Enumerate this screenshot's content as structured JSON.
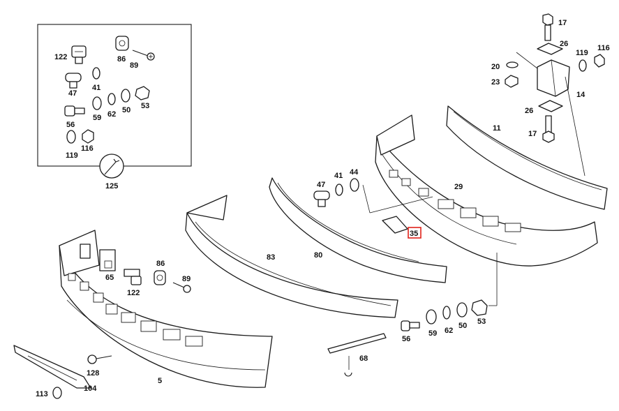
{
  "labels": {
    "p17a": "17",
    "p26a": "26",
    "p119a": "119",
    "p116a": "116",
    "p20": "20",
    "p23": "23",
    "p14": "14",
    "p26b": "26",
    "p17b": "17",
    "p11": "11",
    "p29": "29",
    "p35": "35",
    "p47b": "47",
    "p41b": "41",
    "p44": "44",
    "p80": "80",
    "p83": "83",
    "p65": "65",
    "p86b": "86",
    "p89b": "89",
    "p122b": "122",
    "p56b": "56",
    "p59b": "59",
    "p62b": "62",
    "p50b": "50",
    "p53b": "53",
    "p68": "68",
    "p128": "128",
    "p5": "5",
    "p113": "113",
    "p104": "104",
    "i122": "122",
    "i86": "86",
    "i89": "89",
    "i47": "47",
    "i41": "41",
    "i56": "56",
    "i59": "59",
    "i62": "62",
    "i50": "50",
    "i53": "53",
    "i119": "119",
    "i116": "116",
    "i125": "125"
  },
  "highlight": "35",
  "colors": {
    "line": "#1a1a1a",
    "highlight": "#e0221a",
    "background": "#ffffff"
  }
}
